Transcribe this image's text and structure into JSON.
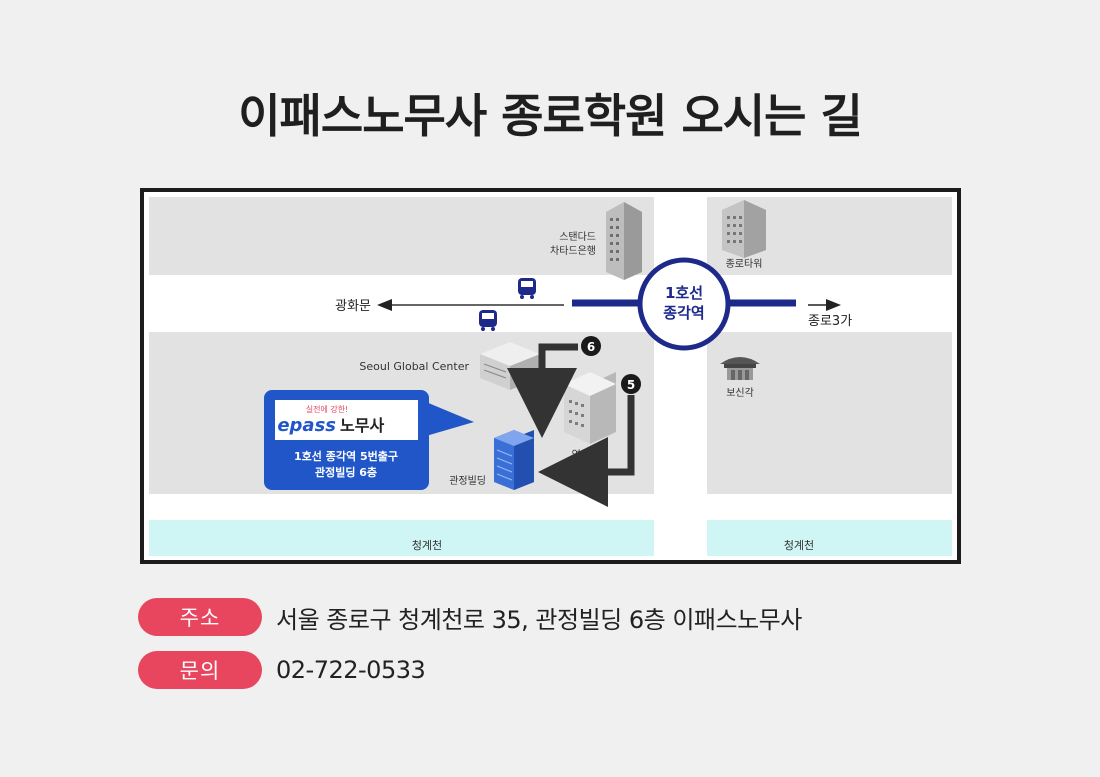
{
  "title": "이패스노무사 종로학원 오시는 길",
  "map": {
    "labels": {
      "gwanghwamun": "광화문",
      "jongno3ga": "종로3가",
      "station_line": "1호선",
      "station_name": "종각역",
      "standard_chartered_line1": "스탠다드",
      "standard_chartered_line2": "차타드은행",
      "jongno_tower": "종로타워",
      "seoul_global_center": "Seoul Global Center",
      "bosingak": "보신각",
      "youngpoong": "영풍문고",
      "gwanjeong": "관정빌딩",
      "cheonggyecheon_left": "청계천",
      "cheonggyecheon_right": "청계천",
      "exit_6": "6",
      "exit_5": "5"
    },
    "callout": {
      "slogan": "실전에 강한!",
      "brand_mark": "epass",
      "brand_name": "노무사",
      "line1": "1호선 종각역 5번출구",
      "line2": "관정빌딩 6층"
    },
    "colors": {
      "road": "#ffffff",
      "block": "#e2e2e2",
      "river": "#cff5f5",
      "station": "#1e2a8a",
      "callout": "#2156c9",
      "arrow": "#333333"
    }
  },
  "info": {
    "address_label": "주소",
    "address": "서울 종로구 청계천로 35, 관정빌딩 6층 이패스노무사",
    "contact_label": "문의",
    "phone": "02-722-0533"
  }
}
